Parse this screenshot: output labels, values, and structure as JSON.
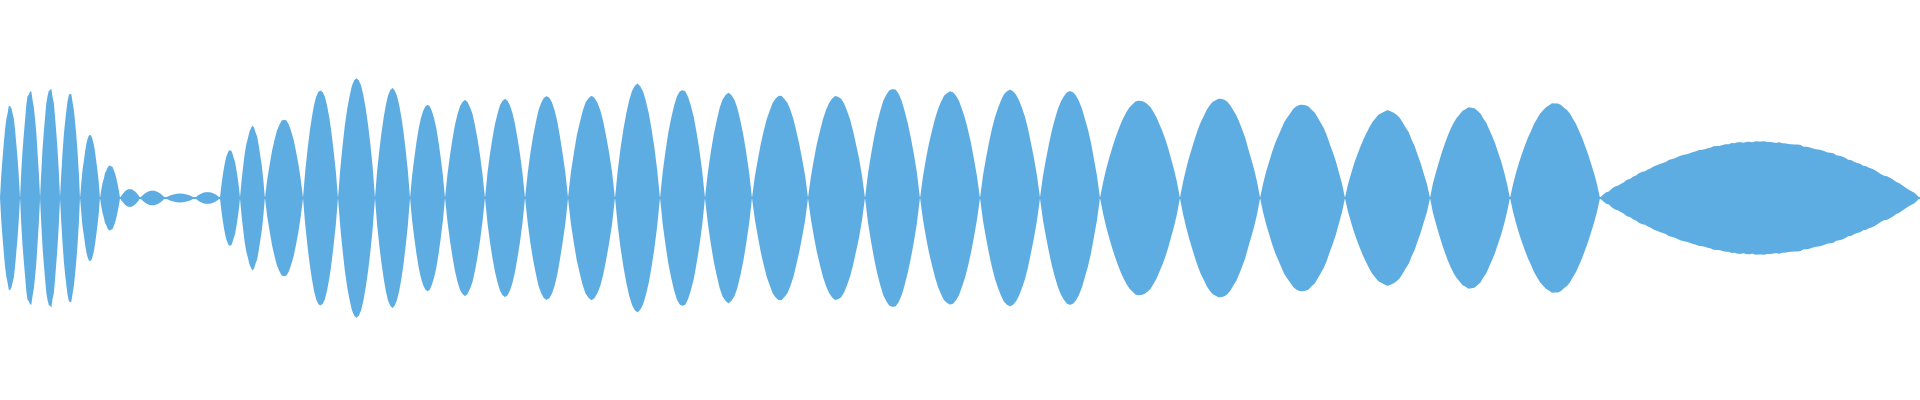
{
  "waveform": {
    "color": "#5DACE2",
    "background": "#FFFFFF",
    "envelope": {
      "description_free": true,
      "lobe_peaks": [
        0.62,
        0.72,
        0.74,
        0.7,
        0.42,
        0.22,
        0.06,
        0.05,
        0.03,
        0.04,
        0.32,
        0.48,
        0.53,
        0.73,
        0.81,
        0.74,
        0.63,
        0.66,
        0.67,
        0.69,
        0.69,
        0.77,
        0.73,
        0.71,
        0.69,
        0.69,
        0.74,
        0.72,
        0.73,
        0.72,
        0.66,
        0.67,
        0.63,
        0.59,
        0.61,
        0.64,
        0.38
      ]
    }
  }
}
